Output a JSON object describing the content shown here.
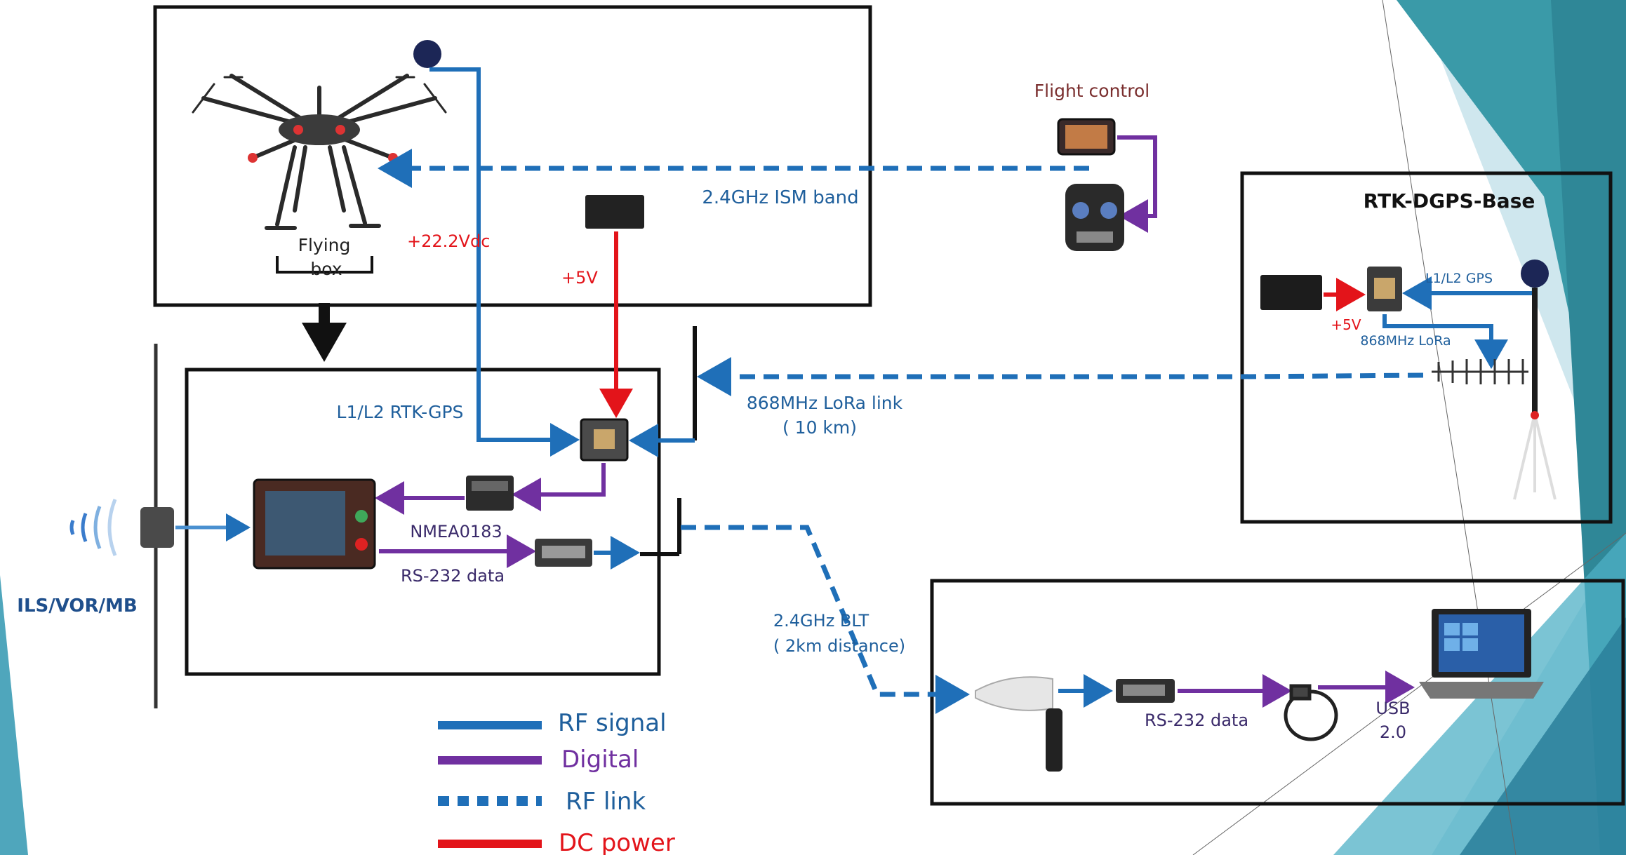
{
  "labels": {
    "flight_control": "Flight control",
    "ism_band": "2.4GHz ISM band",
    "voltage_22": "+22.2Vdc",
    "voltage_5": "+5V",
    "flying_box_line1": "Flying",
    "flying_box_line2": "box",
    "rtk_gps": "L1/L2 RTK-GPS",
    "lora_link": "868MHz LoRa link",
    "lora_range": "( 10 km)",
    "nmea": "NMEA0183",
    "rs232_left": "RS-232 data",
    "ils": "ILS/VOR/MB",
    "blt": "2.4GHz BLT",
    "blt_range": "( 2km distance)",
    "rs232_right": "RS-232 data",
    "usb_line1": "USB",
    "usb_line2": "2.0",
    "base_title": "RTK-DGPS-Base",
    "base_gps": "L1/L2 GPS",
    "base_5v": "+5V",
    "base_lora": "868MHz LoRa"
  },
  "legend": [
    {
      "label": "RF signal",
      "color": "#1f6fb8",
      "style": "solid"
    },
    {
      "label": "Digital",
      "color": "#7030a0",
      "style": "solid"
    },
    {
      "label": "RF link",
      "color": "#1f6fb8",
      "style": "dashed"
    },
    {
      "label": "DC power",
      "color": "#e3141a",
      "style": "solid"
    }
  ],
  "colors": {
    "rf": "#1f6fb8",
    "digital": "#7030a0",
    "power": "#e3141a",
    "box": "#111111",
    "deco_teal": "#3a9aa8",
    "deco_light": "#a8d3e0"
  }
}
